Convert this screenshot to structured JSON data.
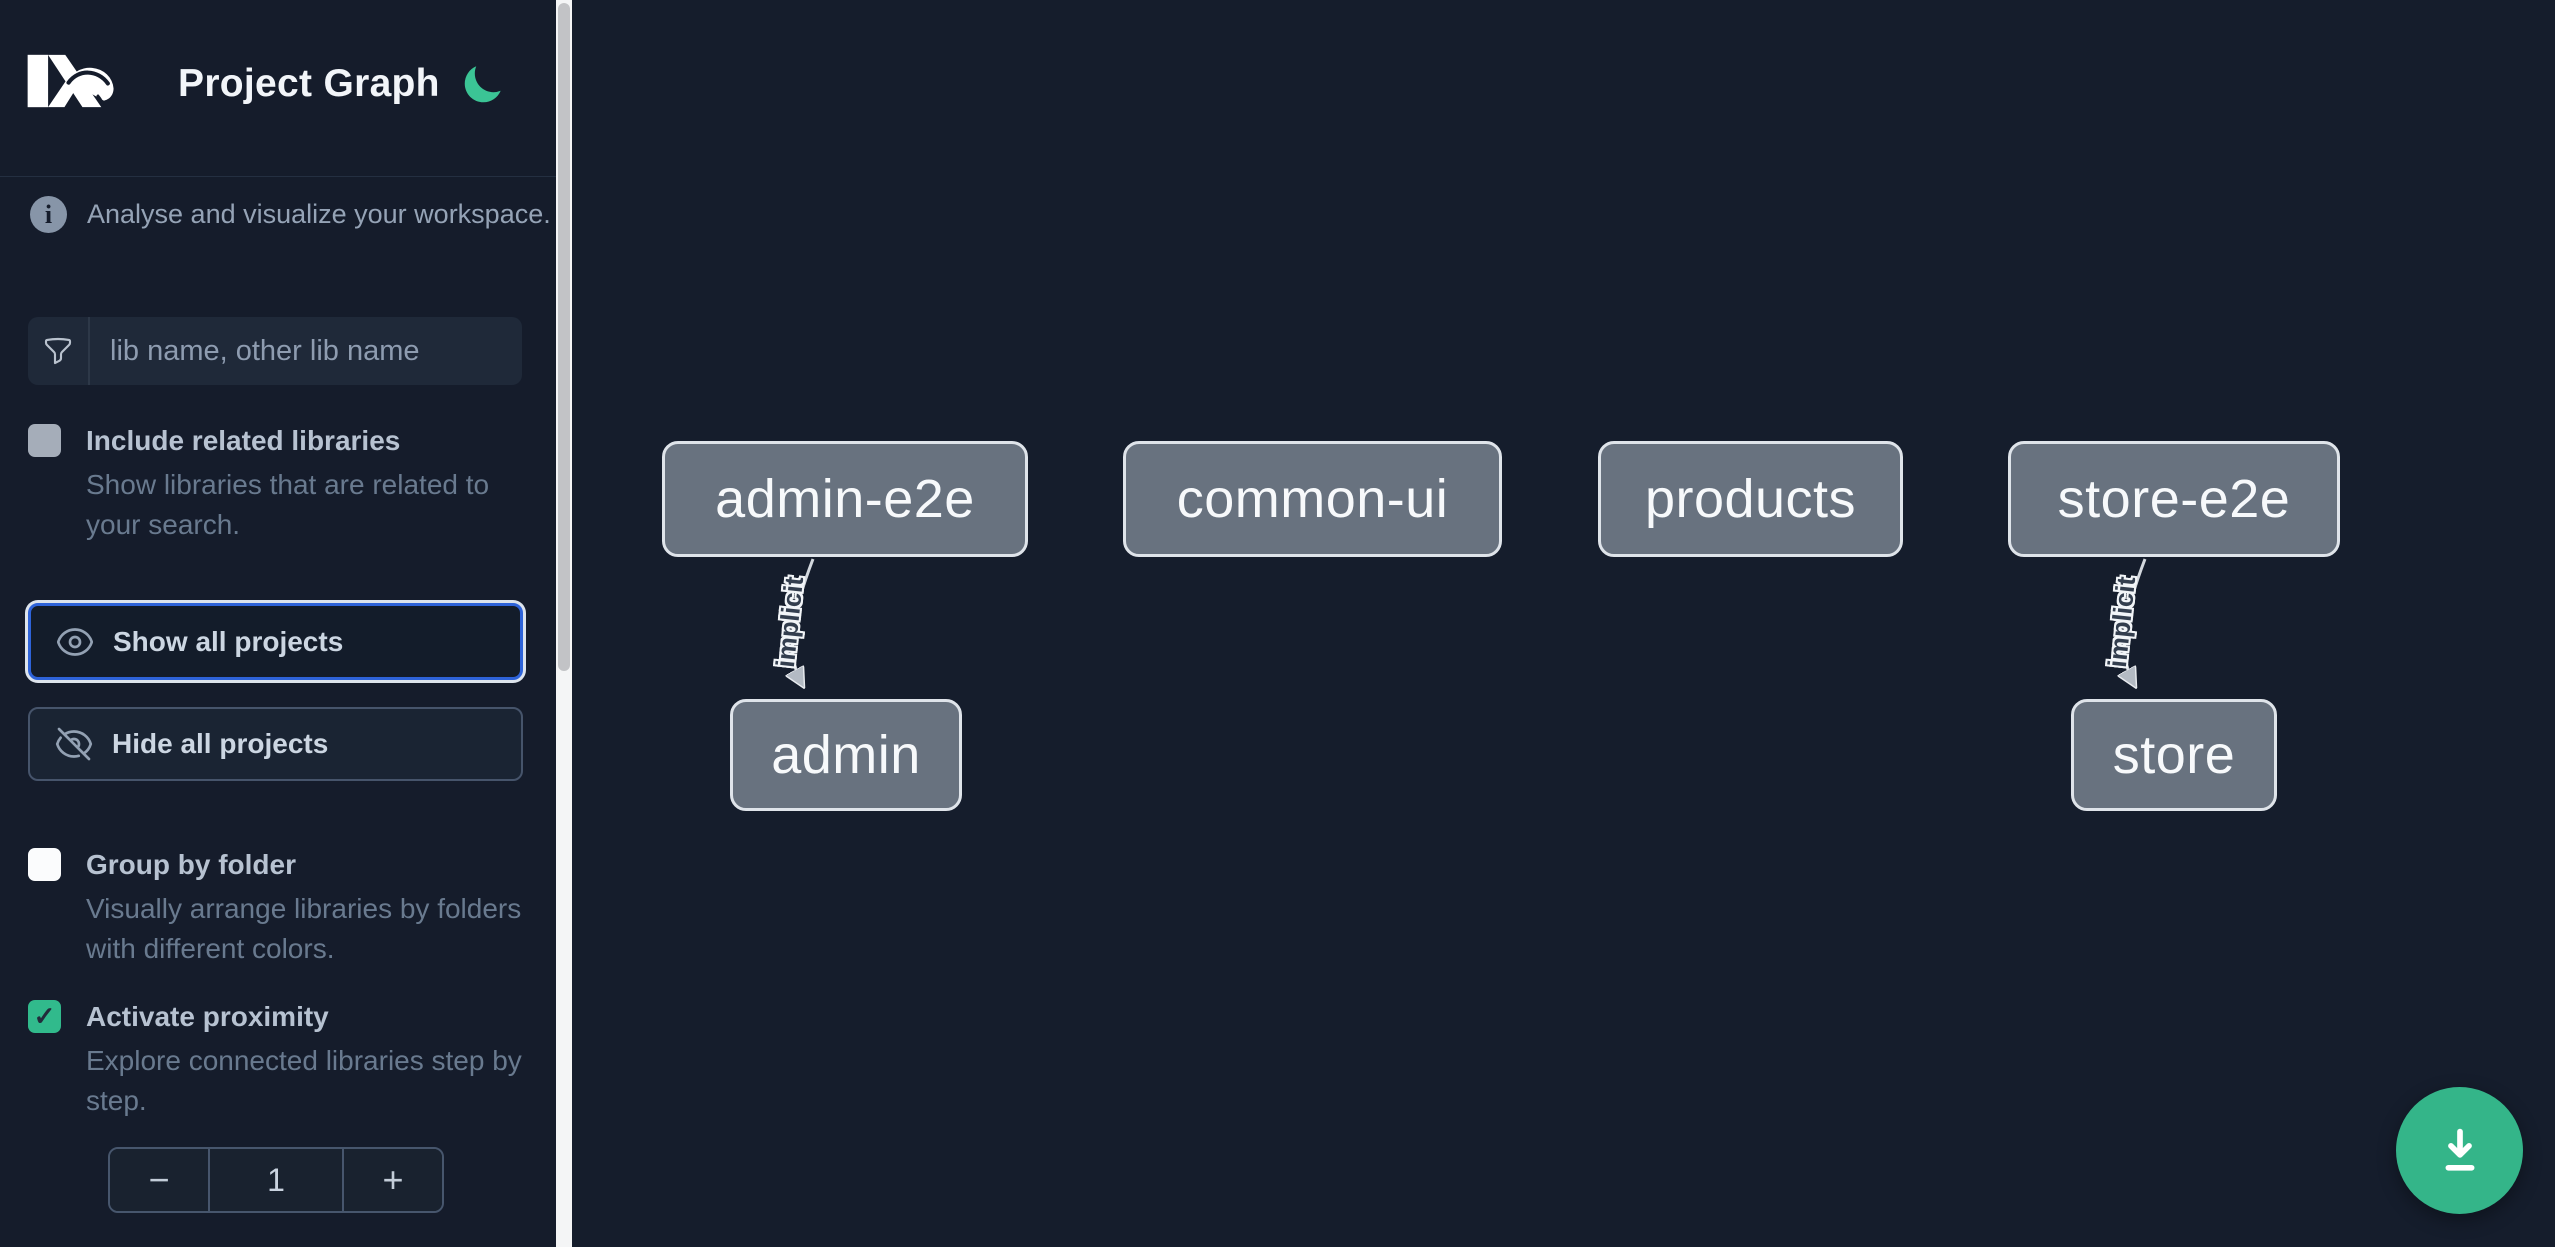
{
  "header": {
    "title": "Project Graph",
    "logo_icon": "nx-logo",
    "theme_icon": "moon-icon"
  },
  "sidebar": {
    "tagline": "Analyse and visualize your workspace.",
    "search": {
      "placeholder": "lib name, other lib name",
      "icon": "funnel-icon"
    },
    "options": [
      {
        "label": "Include related libraries",
        "description": "Show libraries that are related to your search.",
        "checked": false
      },
      {
        "label": "Group by folder",
        "description": "Visually arrange libraries by folders with different colors.",
        "checked": false
      },
      {
        "label": "Activate proximity",
        "description": "Explore connected libraries step by step.",
        "checked": true
      }
    ],
    "buttons": {
      "show_all": "Show all projects",
      "hide_all": "Hide all projects"
    },
    "stepper": {
      "decrement": "−",
      "value": "1",
      "increment": "+"
    }
  },
  "icons": {
    "check_glyph": "✓"
  },
  "graph": {
    "nodes": [
      {
        "label": "admin-e2e"
      },
      {
        "label": "common-ui"
      },
      {
        "label": "products"
      },
      {
        "label": "store-e2e"
      },
      {
        "label": "admin"
      },
      {
        "label": "store"
      }
    ],
    "edges": [
      {
        "from": "admin-e2e",
        "to": "admin",
        "label": "implicit"
      },
      {
        "from": "store-e2e",
        "to": "store",
        "label": "implicit"
      }
    ]
  },
  "fab": {
    "icon": "download-icon"
  },
  "colors": {
    "sidebar_bg": "#151c2b",
    "canvas_bg": "#151d2c",
    "accent_green": "#34b589",
    "checkbox_green": "#31ba8c",
    "moon_green": "#3bc495",
    "focus_blue": "#2e63d9",
    "node_fill": "#68727f",
    "node_border": "#dfe4ea",
    "edge_color": "#d3d8de"
  }
}
